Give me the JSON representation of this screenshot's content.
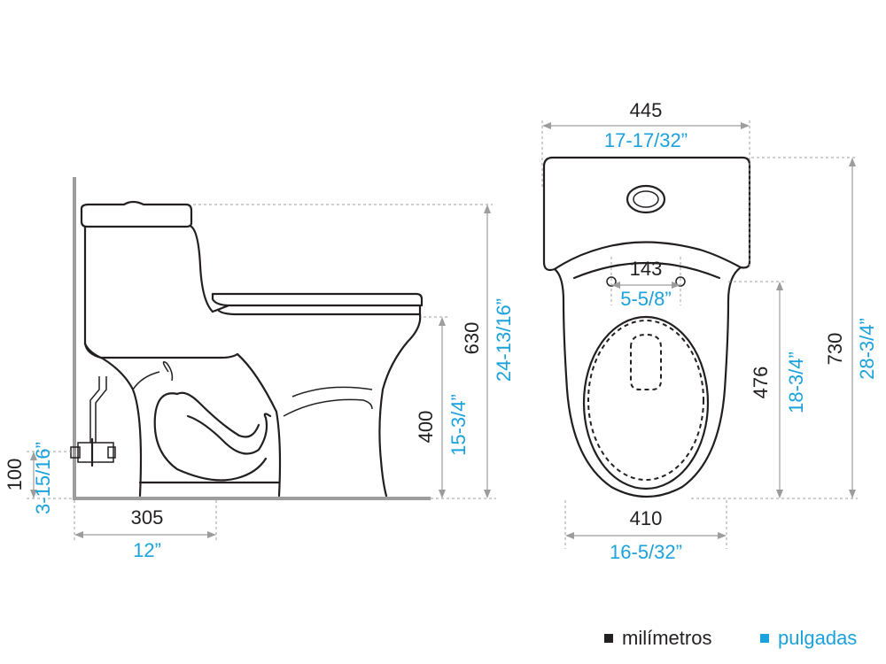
{
  "side_view": {
    "dims": {
      "height_total": {
        "mm": "630",
        "in": "24-13/16”"
      },
      "seat_height": {
        "mm": "400",
        "in": "15-3/4”"
      },
      "inlet_height": {
        "mm": "100",
        "in": "3-15/16”"
      },
      "rough_in": {
        "mm": "305",
        "in": "12”"
      }
    }
  },
  "top_view": {
    "dims": {
      "tank_width": {
        "mm": "445",
        "in": "17-17/32”"
      },
      "hinge_spacing": {
        "mm": "143",
        "in": "5-5/8”"
      },
      "bowl_width": {
        "mm": "410",
        "in": "16-5/32”"
      },
      "bowl_length": {
        "mm": "476",
        "in": "18-3/4”"
      },
      "total_length": {
        "mm": "730",
        "in": "28-3/4”"
      }
    }
  },
  "legend": {
    "mm_label": "milímetros",
    "in_label": "pulgadas",
    "mm_color": "#231f20",
    "in_color": "#1ba1dc"
  }
}
